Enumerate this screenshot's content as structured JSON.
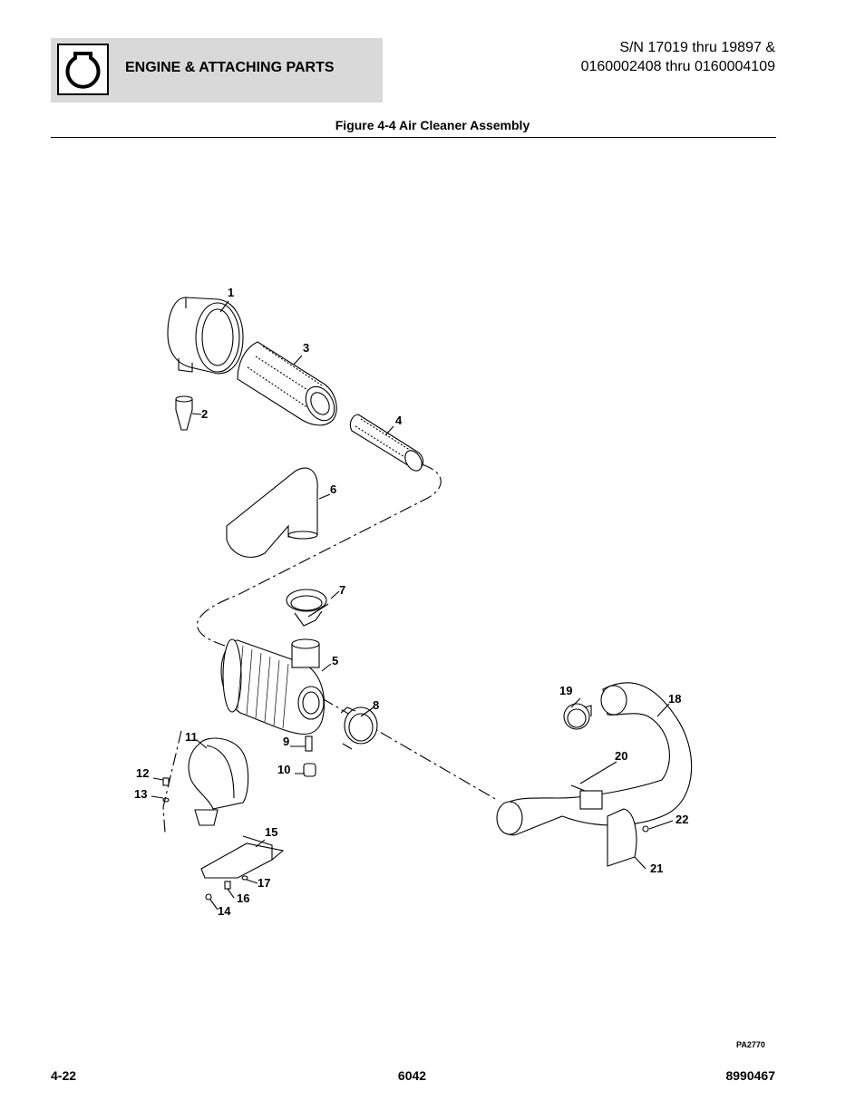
{
  "header": {
    "section_title": "ENGINE & ATTACHING PARTS",
    "serial_line1": "S/N 17019 thru 19897 &",
    "serial_line2": "0160002408 thru 0160004109"
  },
  "figure": {
    "title": "Figure 4-4 Air Cleaner Assembly",
    "callouts": [
      "1",
      "2",
      "3",
      "4",
      "5",
      "6",
      "7",
      "8",
      "9",
      "10",
      "11",
      "12",
      "13",
      "14",
      "15",
      "16",
      "17",
      "18",
      "19",
      "20",
      "21",
      "22"
    ],
    "drawing_code": "PA2770"
  },
  "footer": {
    "page_number": "4-22",
    "model": "6042",
    "manual_number": "8990467"
  },
  "icons": {
    "section_logo": "engine-icon"
  }
}
